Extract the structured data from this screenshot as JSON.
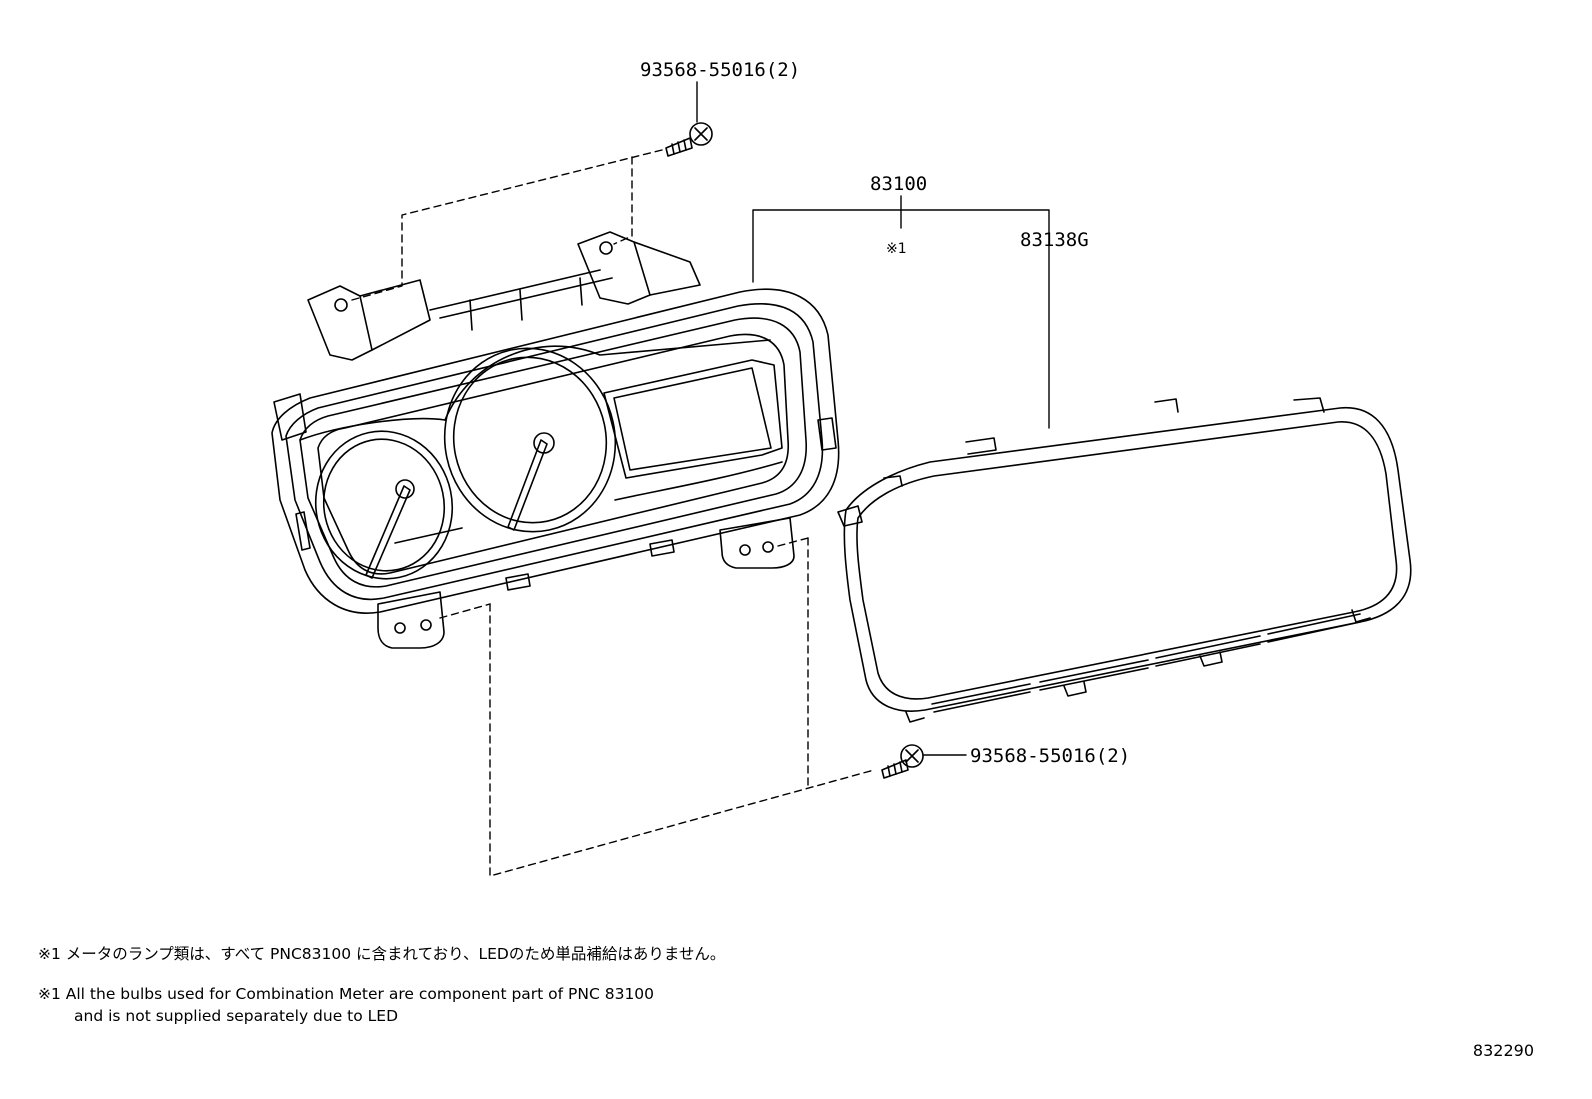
{
  "labels": {
    "screw_top": "93568-55016(2)",
    "meter_assembly": "83100",
    "meter_note_mark": "※1",
    "glass": "83138G",
    "screw_bottom": "93568-55016(2)"
  },
  "notes": {
    "jp": "※1 メータのランプ類は、すべて PNC83100 に含まれており、LEDのため単品補給はありません。",
    "en_line1": "※1 All the bulbs used for Combination Meter are component part of PNC 83100",
    "en_line2": "and is not supplied separately due to LED"
  },
  "illustration_id": "832290"
}
